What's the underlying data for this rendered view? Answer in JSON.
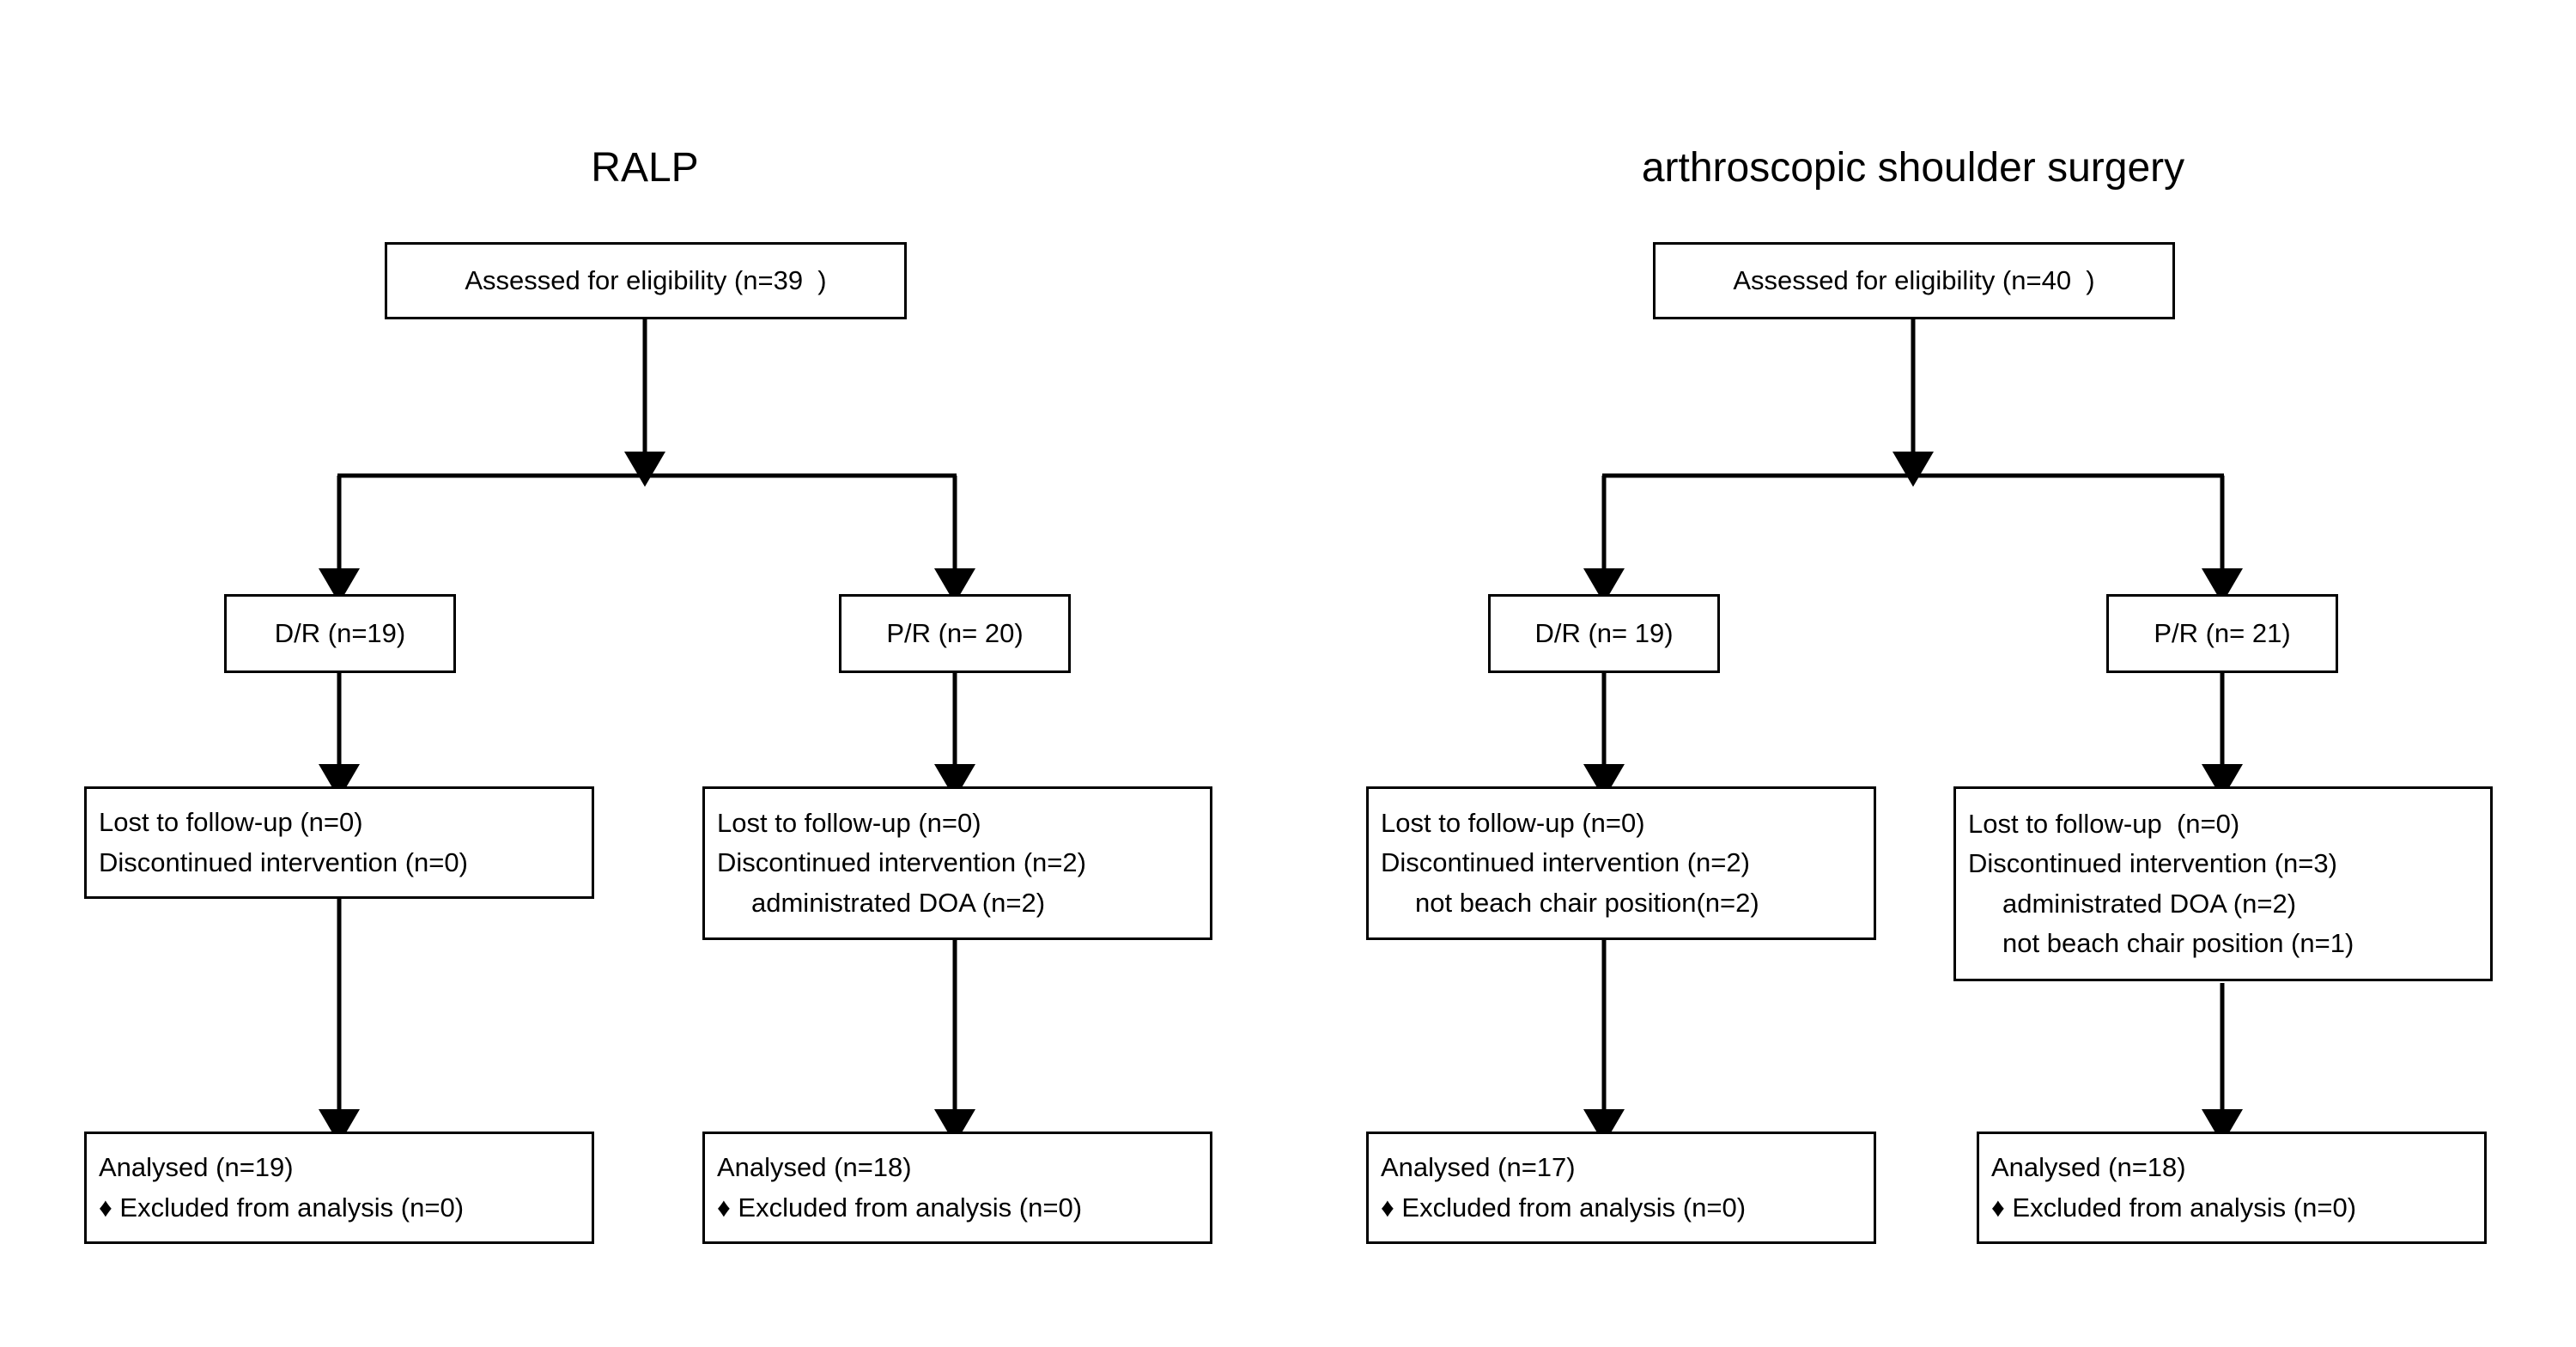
{
  "diagram": {
    "type": "consort-flow",
    "groups": [
      {
        "id": "ralp",
        "title": "RALP",
        "enrollment": {
          "label": "Assessed for eligibility (n=39  )"
        },
        "arms": [
          {
            "id": "ralp-dr",
            "allocation": {
              "label": "D/R (n=19)"
            },
            "followup": {
              "lines": [
                {
                  "text": "Lost to follow-up (n=0)",
                  "indent": 0
                },
                {
                  "text": "Discontinued intervention (n=0)",
                  "indent": 0
                }
              ]
            },
            "analysis": {
              "lines": [
                {
                  "text": "Analysed (n=19)",
                  "indent": 0
                },
                {
                  "text": "♦ Excluded from analysis (n=0)",
                  "indent": 0
                }
              ]
            }
          },
          {
            "id": "ralp-pr",
            "allocation": {
              "label": "P/R (n= 20)"
            },
            "followup": {
              "lines": [
                {
                  "text": "Lost to follow-up (n=0)",
                  "indent": 0
                },
                {
                  "text": "Discontinued intervention (n=2)",
                  "indent": 0
                },
                {
                  "text": "administrated DOA (n=2)",
                  "indent": 1
                }
              ]
            },
            "analysis": {
              "lines": [
                {
                  "text": "Analysed (n=18)",
                  "indent": 0
                },
                {
                  "text": "♦ Excluded from analysis (n=0)",
                  "indent": 0
                }
              ]
            }
          }
        ]
      },
      {
        "id": "shoulder",
        "title": "arthroscopic shoulder surgery",
        "enrollment": {
          "label": "Assessed for eligibility (n=40  )"
        },
        "arms": [
          {
            "id": "shoulder-dr",
            "allocation": {
              "label": "D/R (n= 19)"
            },
            "followup": {
              "lines": [
                {
                  "text": "Lost to follow-up (n=0)",
                  "indent": 0
                },
                {
                  "text": "Discontinued intervention (n=2)",
                  "indent": 0
                },
                {
                  "text": "not beach chair position(n=2)",
                  "indent": 1
                }
              ]
            },
            "analysis": {
              "lines": [
                {
                  "text": "Analysed (n=17)",
                  "indent": 0
                },
                {
                  "text": "♦ Excluded from analysis (n=0)",
                  "indent": 0
                }
              ]
            }
          },
          {
            "id": "shoulder-pr",
            "allocation": {
              "label": "P/R (n= 21)"
            },
            "followup": {
              "lines": [
                {
                  "text": "Lost to follow-up  (n=0)",
                  "indent": 0
                },
                {
                  "text": "Discontinued intervention (n=3)",
                  "indent": 0
                },
                {
                  "text": "administrated DOA (n=2)",
                  "indent": 1
                },
                {
                  "text": "not beach chair position (n=1)",
                  "indent": 1
                }
              ]
            },
            "analysis": {
              "lines": [
                {
                  "text": "Analysed (n=18)",
                  "indent": 0
                },
                {
                  "text": "♦ Excluded from analysis (n=0)",
                  "indent": 0
                }
              ]
            }
          }
        ]
      }
    ],
    "style": {
      "stroke_color": "#000000",
      "box_fill": "#ffffff",
      "background": "#ffffff"
    }
  }
}
